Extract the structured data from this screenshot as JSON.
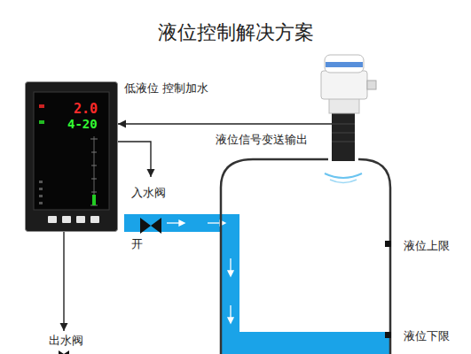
{
  "diagram": {
    "title": "液位控制解决方案",
    "nodes": [
      {
        "text": [
          "2.0",
          "4-20"
        ]
      },
      {
        "text": [
          "入水阀",
          "开"
        ]
      },
      {
        "text": [
          "出水阀"
        ]
      },
      {
        "text": [
          "液位上限",
          "液位下限"
        ]
      }
    ],
    "edges": [
      {
        "from": 3,
        "to": 0,
        "arrow": "to",
        "label": "液位信号变送输出"
      },
      {
        "from": 0,
        "to": 1,
        "arrow": "to"
      },
      {
        "from": 0,
        "to": 2,
        "arrow": "to"
      }
    ],
    "labels": [
      "低液位 控制加水"
    ]
  }
}
